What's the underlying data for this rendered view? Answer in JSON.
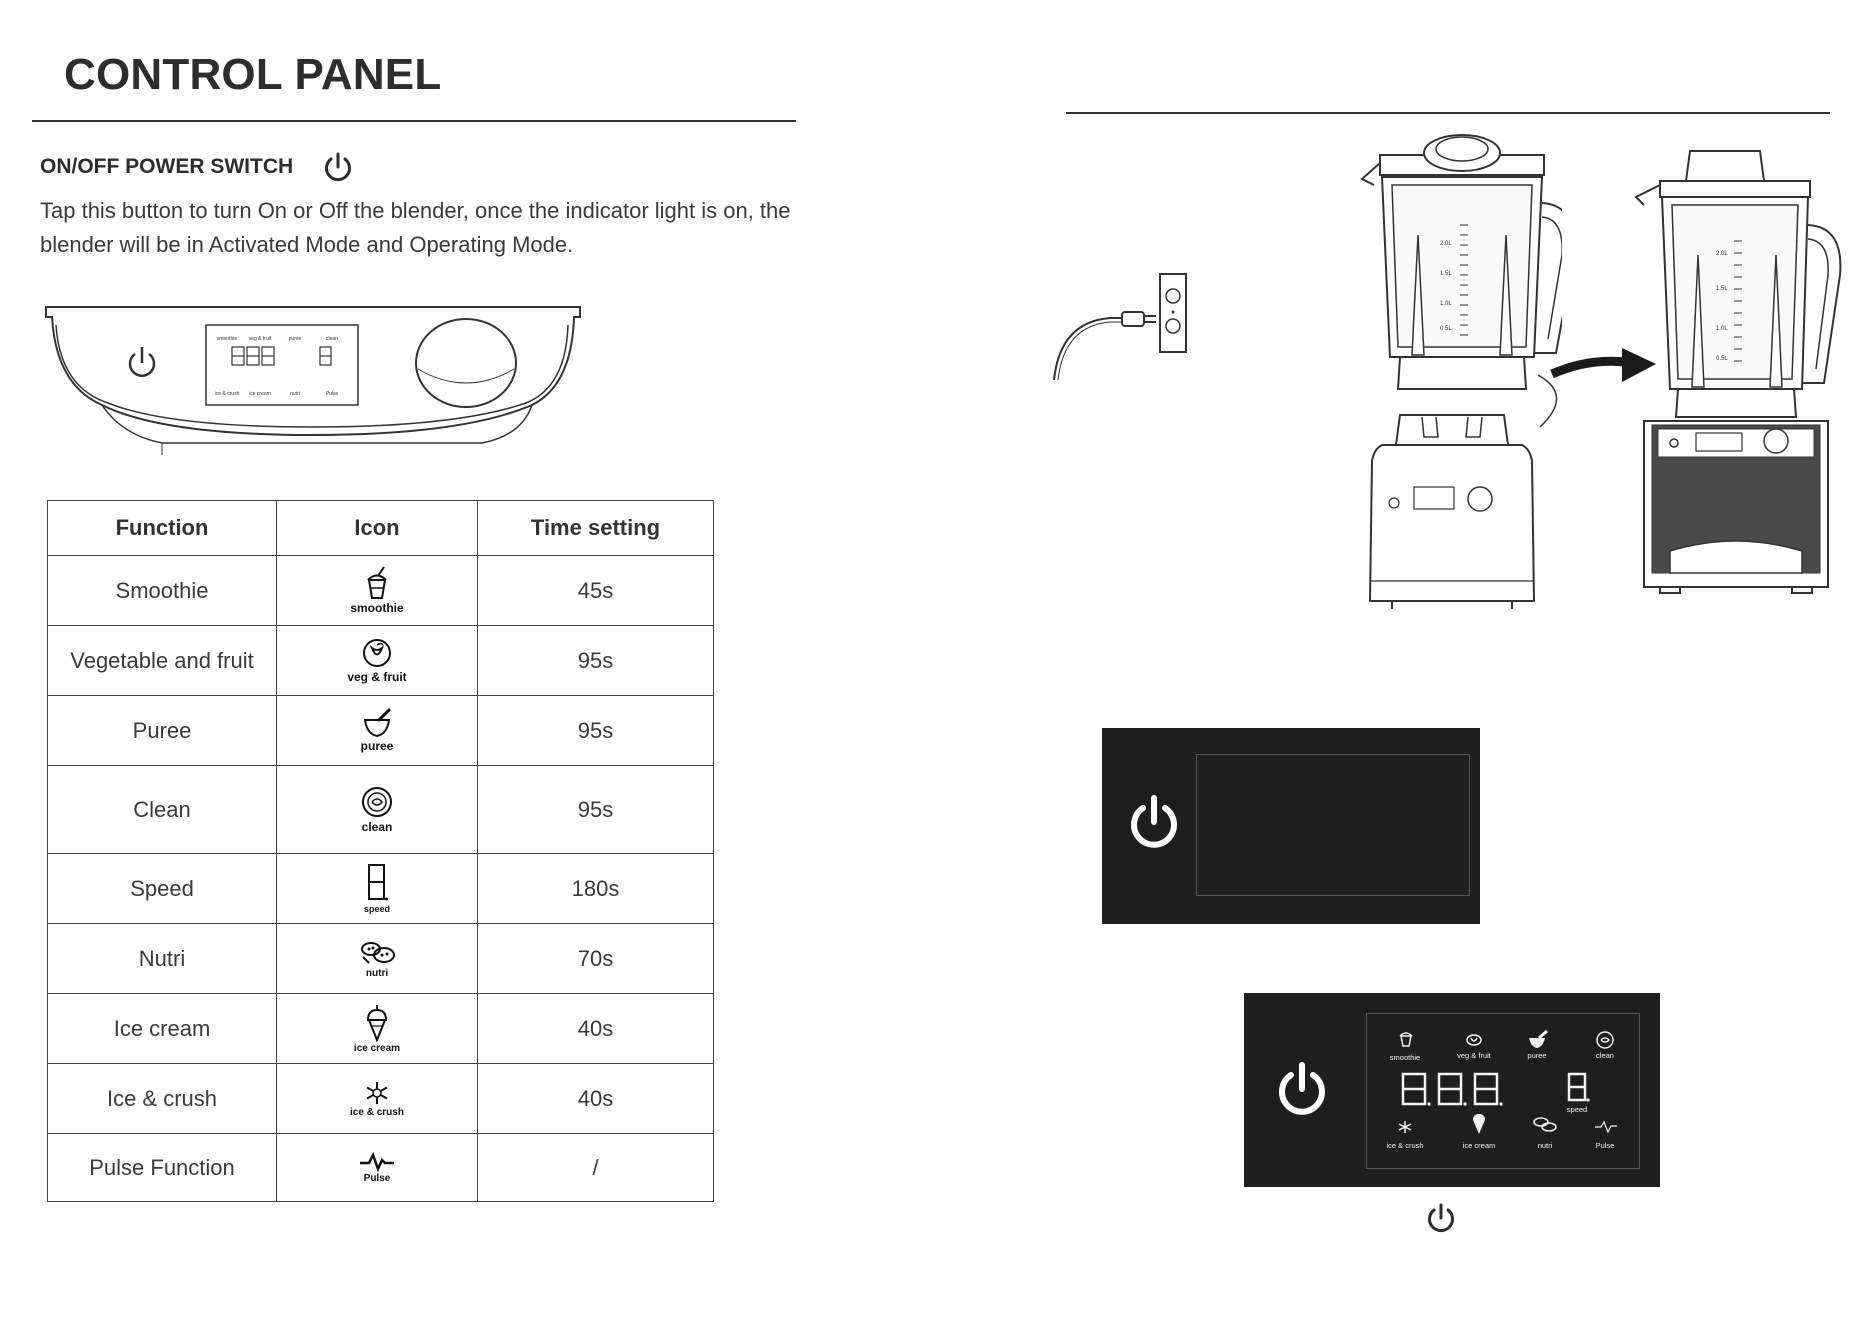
{
  "page": {
    "title": "CONTROL PANEL",
    "section_heading": "ON/OFF POWER SWITCH",
    "description": "Tap this button to turn On or Off the blender, once the indicator light is on, the blender will be in Activated Mode and Operating Mode."
  },
  "table": {
    "headers": {
      "function": "Function",
      "icon": "Icon",
      "time": "Time setting"
    },
    "rows": [
      {
        "function": "Smoothie",
        "icon_label": "smoothie",
        "icon": "smoothie-cup-icon",
        "time": "45s"
      },
      {
        "function": "Vegetable and fruit",
        "icon_label": "veg & fruit",
        "icon": "veg-fruit-icon",
        "time": "95s"
      },
      {
        "function": "Puree",
        "icon_label": "puree",
        "icon": "mortar-icon",
        "time": "95s"
      },
      {
        "function": "Clean",
        "icon_label": "clean",
        "icon": "clean-icon",
        "time": "95s"
      },
      {
        "function": "Speed",
        "icon_label": "speed",
        "icon": "seven-segment-icon",
        "time": "180s"
      },
      {
        "function": "Nutri",
        "icon_label": "nutri",
        "icon": "nutri-icon",
        "time": "70s"
      },
      {
        "function": "Ice cream",
        "icon_label": "ice cream",
        "icon": "ice-cream-icon",
        "time": "40s"
      },
      {
        "function": "Ice & crush",
        "icon_label": "ice & crush",
        "icon": "snowflake-icon",
        "time": "40s"
      },
      {
        "function": "Pulse Function",
        "icon_label": "Pulse",
        "icon": "pulse-wave-icon",
        "time": "/"
      }
    ]
  },
  "control_panel_drawing": {
    "top_labels": [
      "smoothie",
      "veg & fruit",
      "puree",
      "clean"
    ],
    "bottom_labels": [
      "ice & crush",
      "ice cream",
      "nutri",
      "Pulse"
    ]
  },
  "display_panel": {
    "top_labels": [
      "smoothie",
      "veg & fruit",
      "puree",
      "clean"
    ],
    "digits": "888",
    "speed_digit": "8",
    "speed_label": "speed",
    "bottom_labels": [
      "ice & crush",
      "ice cream",
      "nutri",
      "Pulse"
    ]
  },
  "jar_markings": {
    "left": [
      "2.0L",
      "1.5L",
      "1.0L",
      "0.5L"
    ],
    "right": [
      "2.0L",
      "1.5L",
      "1.0L",
      "0.5L"
    ]
  },
  "colors": {
    "panel_bg": "#1e1e1e",
    "panel_text": "#f2f2f2",
    "line": "#333333"
  }
}
